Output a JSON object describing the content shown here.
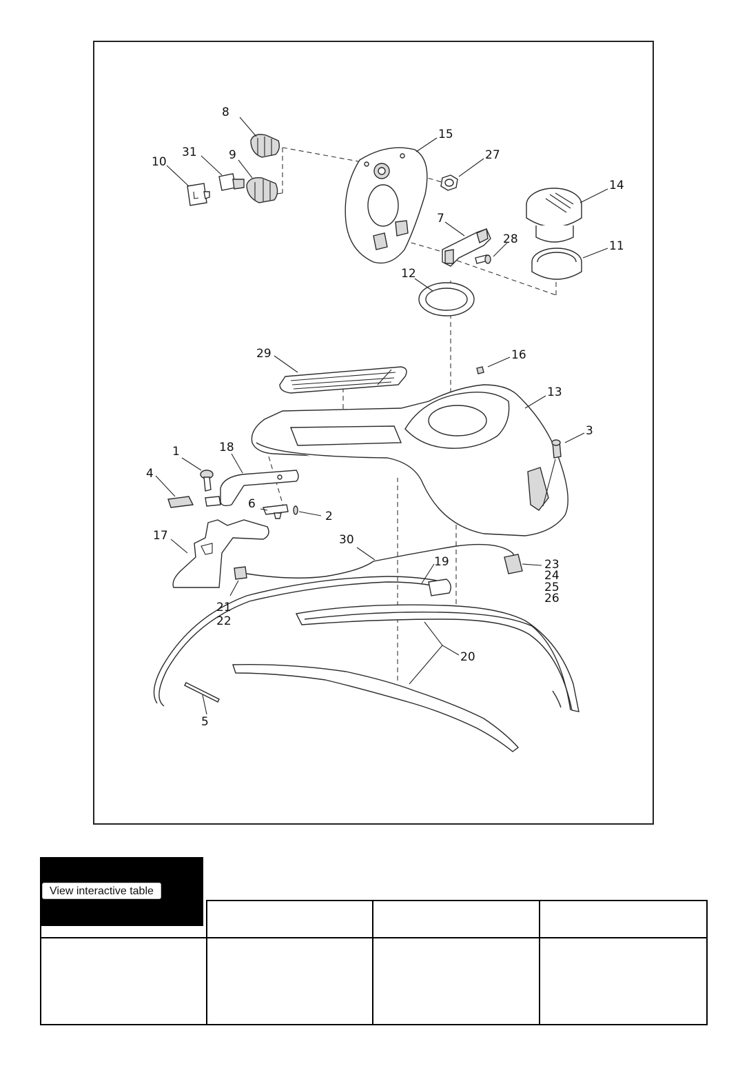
{
  "diagram": {
    "callouts": [
      {
        "id": "c8",
        "label": "8"
      },
      {
        "id": "c15",
        "label": "15"
      },
      {
        "id": "c31",
        "label": "31"
      },
      {
        "id": "c10",
        "label": "10"
      },
      {
        "id": "c9",
        "label": "9"
      },
      {
        "id": "c27",
        "label": "27"
      },
      {
        "id": "c14",
        "label": "14"
      },
      {
        "id": "c7",
        "label": "7"
      },
      {
        "id": "c28",
        "label": "28"
      },
      {
        "id": "c11",
        "label": "11"
      },
      {
        "id": "c12",
        "label": "12"
      },
      {
        "id": "c29",
        "label": "29"
      },
      {
        "id": "c16",
        "label": "16"
      },
      {
        "id": "c13",
        "label": "13"
      },
      {
        "id": "c3",
        "label": "3"
      },
      {
        "id": "c1",
        "label": "1"
      },
      {
        "id": "c18",
        "label": "18"
      },
      {
        "id": "c4",
        "label": "4"
      },
      {
        "id": "c6",
        "label": "6"
      },
      {
        "id": "c2",
        "label": "2"
      },
      {
        "id": "c17",
        "label": "17"
      },
      {
        "id": "c30",
        "label": "30"
      },
      {
        "id": "c19",
        "label": "19"
      },
      {
        "id": "c23",
        "label": "23"
      },
      {
        "id": "c24",
        "label": "24"
      },
      {
        "id": "c25",
        "label": "25"
      },
      {
        "id": "c26",
        "label": "26"
      },
      {
        "id": "c21",
        "label": "21"
      },
      {
        "id": "c22",
        "label": "22"
      },
      {
        "id": "c20",
        "label": "20"
      },
      {
        "id": "c5",
        "label": "5"
      }
    ]
  },
  "table": {
    "interactive_button_label": "View interactive table",
    "headers": [
      "",
      "",
      "",
      ""
    ],
    "rows": [
      [
        "",
        "",
        "",
        ""
      ]
    ]
  }
}
